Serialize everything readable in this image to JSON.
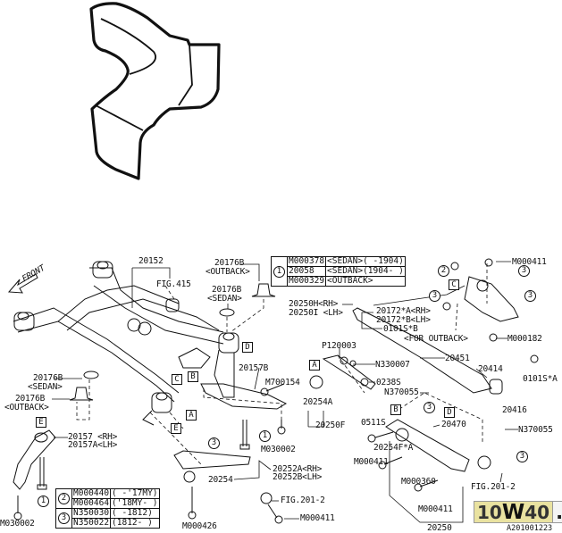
{
  "front_label": "FRONT",
  "labels": {
    "l20152": "20152",
    "fig415": "FIG.415",
    "b_outback_top": "20176B",
    "b_outback_top_note": "<OUTBACK>",
    "b_sedan_top": "20176B",
    "b_sedan_top_note": "<SEDAN>",
    "l20250h": "20250H<RH>",
    "l20250i": "20250I <LH>",
    "l20172a": "20172*A<RH>",
    "l20172b": "20172*B<LH>",
    "l0101sb": "0101S*B",
    "for_outback": "<FOR OUTBACK>",
    "m000411_top": "M000411",
    "m000182": "M000182",
    "p120003": "P120003",
    "n330007": "N330007",
    "l20451": "20451",
    "l20414": "20414",
    "l0101sa": "0101S*A",
    "l0238s": "0238S",
    "n370055_a": "N370055",
    "l20416": "20416",
    "l20250f": "20250F",
    "l20254a": "20254A",
    "l0511s": "0511S",
    "l20157b": "20157B",
    "m700154": "M700154",
    "m030002_mid": "M030002",
    "l20470": "20470",
    "n370055_b": "N370055",
    "l20254fa": "20254F*A",
    "m000411_mid": "M000411",
    "m000360": "M000360",
    "fig2012_right": "FIG.201-2",
    "m000411_bottom": "M000411",
    "l20250": "20250",
    "b_sedan_left": "20176B",
    "b_sedan_left_note": "<SEDAN>",
    "b_outback_left": "20176B",
    "b_outback_left_note": "<OUTBACK>",
    "l20157": "20157 <RH>",
    "l20157a": "20157A<LH>",
    "l20252a": "20252A<RH>",
    "l20252b": "20252B<LH>",
    "l20254": "20254",
    "fig2012_left": "FIG.201-2",
    "m000411_left": "M000411",
    "m000426": "M000426",
    "m030002_left": "M030002"
  },
  "callouts": {
    "A": "A",
    "B": "B",
    "C": "C",
    "D": "D",
    "E": "E",
    "one": "1",
    "two": "2",
    "three": "3"
  },
  "ref_table_1": {
    "key": "1",
    "rows": [
      {
        "part": "M000378",
        "note": "<SEDAN>( -1904)"
      },
      {
        "part": "20058",
        "note": "<SEDAN>(1904- )"
      },
      {
        "part": "M000329",
        "note": "<OUTBACK>"
      }
    ]
  },
  "ref_table_2": [
    {
      "key": "2",
      "rows": [
        {
          "part": "M000440",
          "note": "( -'17MY)"
        },
        {
          "part": "M000464",
          "note": "('18MY- )"
        }
      ]
    },
    {
      "key": "3",
      "rows": [
        {
          "part": "N350030",
          "note": "( -1812)"
        },
        {
          "part": "N350022",
          "note": "(1812- )"
        }
      ]
    }
  ],
  "watermark": {
    "part1": "10",
    "part2": "W",
    "part3": "40",
    "part4": ".ru"
  },
  "diagram_code": "A201001223"
}
